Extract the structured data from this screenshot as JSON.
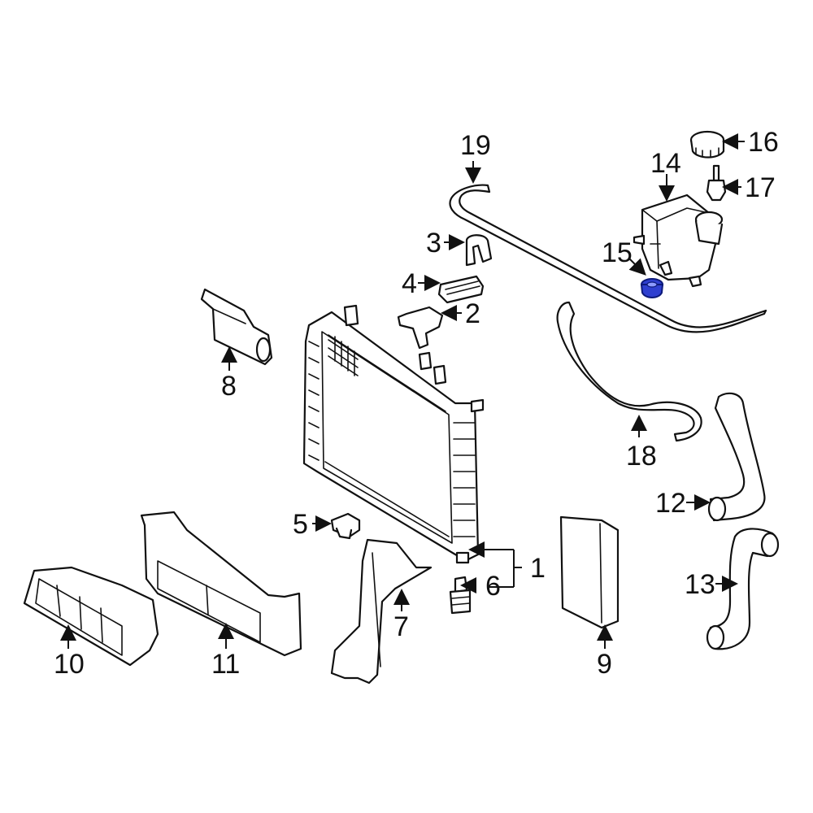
{
  "diagram": {
    "callouts": [
      "1",
      "2",
      "3",
      "4",
      "5",
      "6",
      "7",
      "8",
      "9",
      "10",
      "11",
      "12",
      "13",
      "14",
      "15",
      "16",
      "17",
      "18",
      "19"
    ],
    "highlight_color": "#2e3fd0",
    "highlighted_part": "15"
  }
}
